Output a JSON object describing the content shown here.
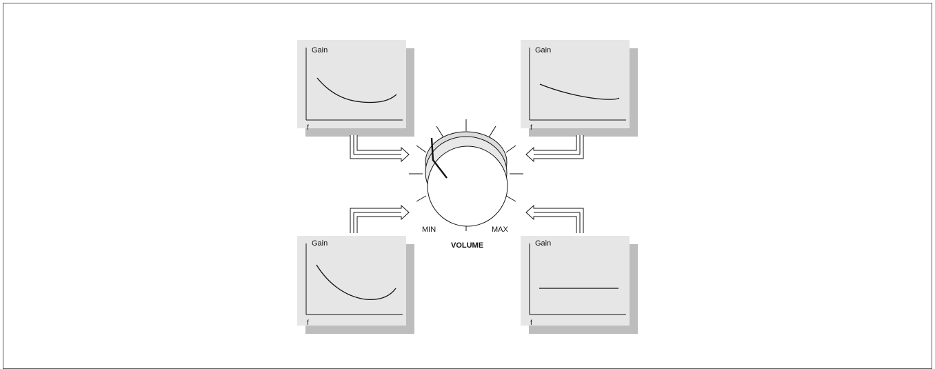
{
  "panels": [
    {
      "id": "top-left",
      "axis_y": "Gain",
      "axis_x": "f",
      "curve": "steep-bowl"
    },
    {
      "id": "top-right",
      "axis_y": "Gain",
      "axis_x": "f",
      "curve": "gentle-slope"
    },
    {
      "id": "bottom-left",
      "axis_y": "Gain",
      "axis_x": "f",
      "curve": "deep-bowl"
    },
    {
      "id": "bottom-right",
      "axis_y": "Gain",
      "axis_x": "f",
      "curve": "flat"
    }
  ],
  "knob": {
    "label": "VOLUME",
    "min_label": "MIN",
    "max_label": "MAX",
    "setting": 0.2
  },
  "colors": {
    "panel_fill": "#e6e6e6",
    "panel_shadow": "#bdbdbd",
    "line": "#111111",
    "knob_fill": "#ffffff",
    "knob_shade": "#dcdcdc"
  }
}
